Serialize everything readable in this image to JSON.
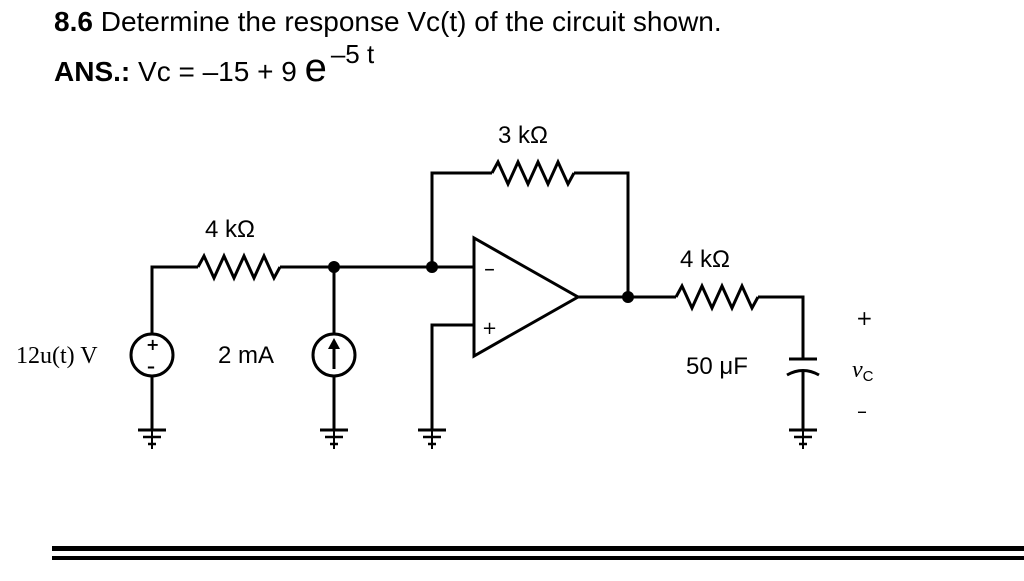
{
  "problem": {
    "number": "8.6",
    "text": " Determine the response Vc(t) of the circuit shown."
  },
  "answer": {
    "label": "ANS.:",
    "expr": " Vc = –15 + 9 ",
    "base": "e",
    "exponent": "–5 t"
  },
  "circuit": {
    "r_feedback": "3 kΩ",
    "r_input": "4 kΩ",
    "r_output": "4 kΩ",
    "source_voltage": "12u(t) V",
    "source_current": "2 mA",
    "capacitor": "50 μF",
    "vc_label": "v",
    "vc_sub": "C",
    "vc_plus": "+",
    "vc_minus": "–",
    "opamp_minus": "–",
    "opamp_plus": "+",
    "vsrc_plus": "+",
    "vsrc_minus": "–"
  }
}
